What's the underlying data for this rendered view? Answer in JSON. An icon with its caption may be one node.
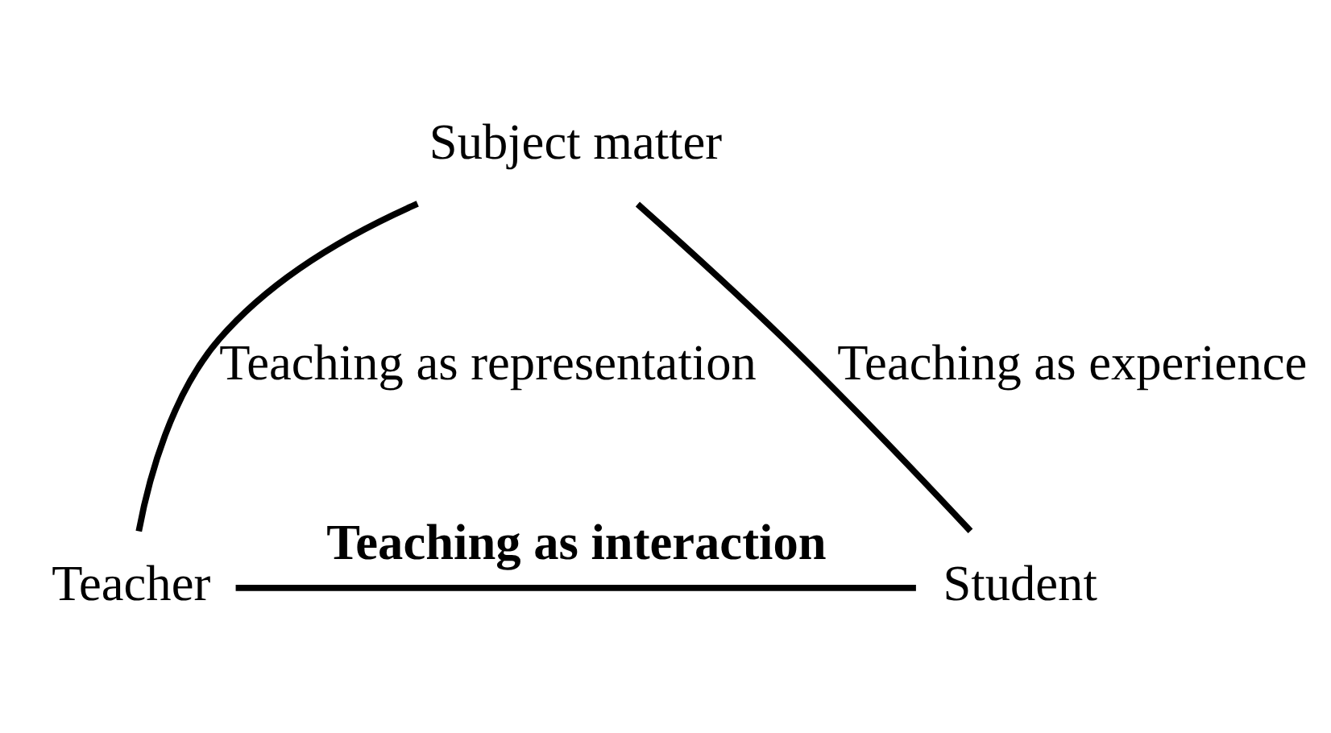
{
  "diagram": {
    "nodes": [
      {
        "text": [
          "Subject matter"
        ]
      },
      {
        "text": [
          "Teacher"
        ]
      },
      {
        "text": [
          "Student"
        ]
      }
    ],
    "edges": [
      {
        "from": 1,
        "to": 0,
        "arrow": "none",
        "label": "Teaching as representation"
      },
      {
        "from": 0,
        "to": 2,
        "arrow": "none",
        "label": "Teaching as experience"
      },
      {
        "from": 1,
        "to": 2,
        "arrow": "none",
        "label": "Teaching as interaction"
      }
    ]
  }
}
